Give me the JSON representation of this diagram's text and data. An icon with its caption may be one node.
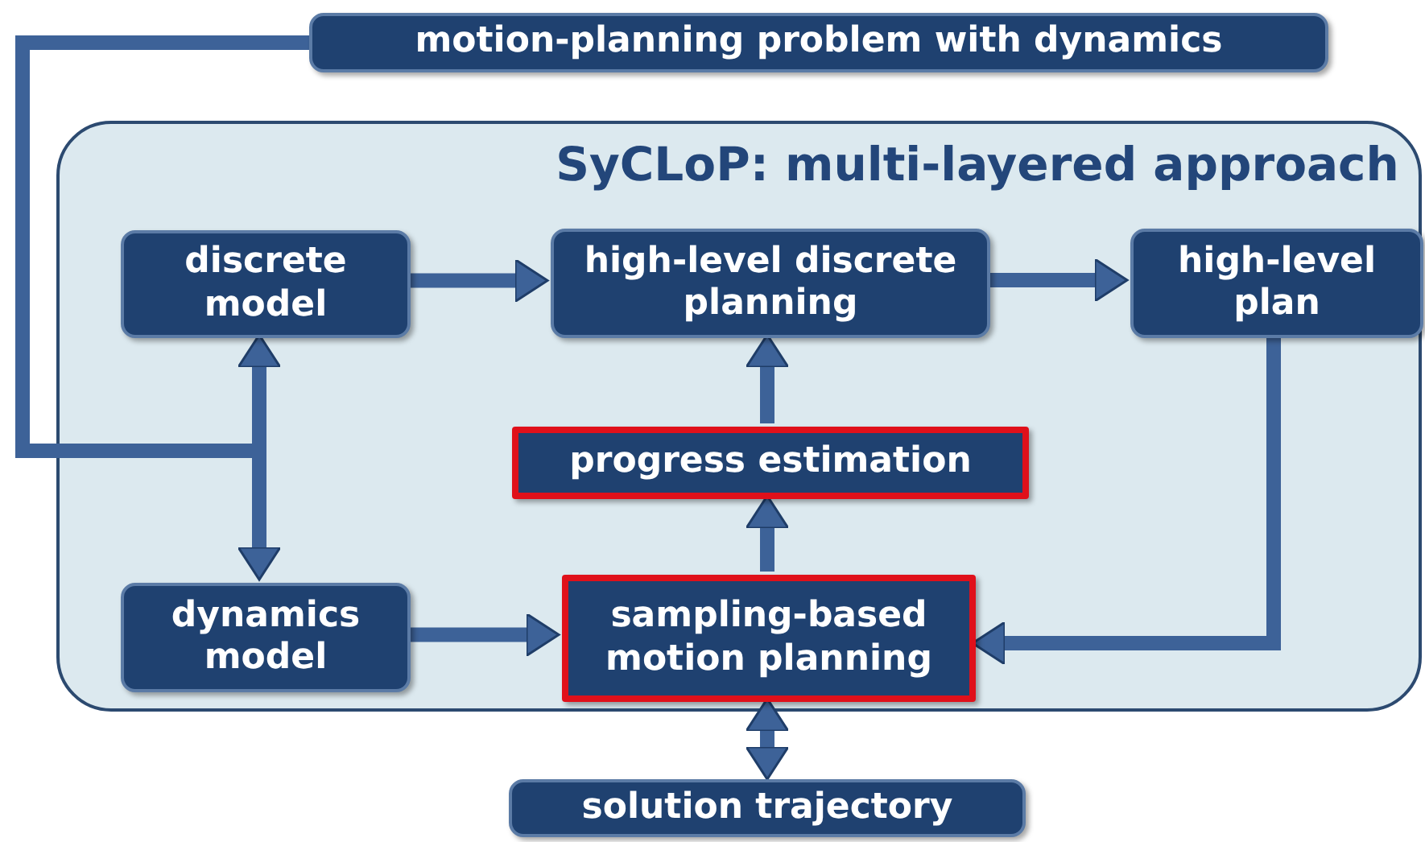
{
  "diagram": {
    "nodes": [
      {
        "text": [
          "motion-planning problem with dynamics"
        ]
      },
      {
        "text": [
          "SyCLoP: multi-layered approach"
        ]
      },
      {
        "text": [
          "discrete model"
        ],
        "in": 1
      },
      {
        "text": [
          "high-level discrete planning"
        ],
        "in": 1
      },
      {
        "text": [
          "high-level plan"
        ],
        "in": 1
      },
      {
        "text": [
          "progress estimation"
        ],
        "in": 1
      },
      {
        "text": [
          "dynamics model"
        ],
        "in": 1
      },
      {
        "text": [
          "sampling-based motion planning"
        ],
        "in": 1
      },
      {
        "text": [
          "solution trajectory"
        ]
      }
    ],
    "edges": [
      {
        "from": 0,
        "to": 2,
        "arrow": "to"
      },
      {
        "from": 0,
        "to": 6,
        "arrow": "to"
      },
      {
        "from": 2,
        "to": 3,
        "arrow": "to"
      },
      {
        "from": 3,
        "to": 4,
        "arrow": "to"
      },
      {
        "from": 4,
        "to": 7,
        "arrow": "to"
      },
      {
        "from": 6,
        "to": 7,
        "arrow": "to"
      },
      {
        "from": 7,
        "to": 5,
        "arrow": "to"
      },
      {
        "from": 5,
        "to": 3,
        "arrow": "to"
      },
      {
        "from": 7,
        "to": 8,
        "arrow": "both"
      }
    ]
  }
}
